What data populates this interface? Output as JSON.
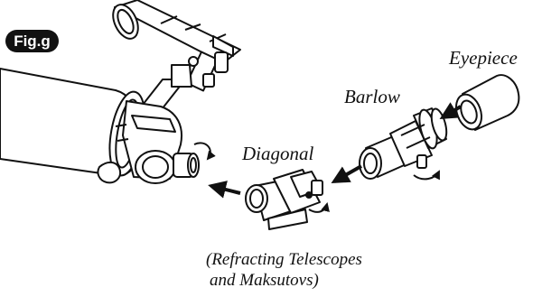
{
  "figure": {
    "badge": "Fig.g",
    "labels": {
      "eyepiece": "Eyepiece",
      "barlow": "Barlow",
      "diagonal": "Diagonal"
    },
    "caption": {
      "line1": "(Refracting Telescopes",
      "line2": "and Maksutovs)"
    }
  }
}
